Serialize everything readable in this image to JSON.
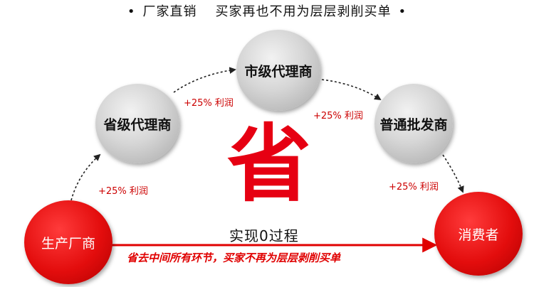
{
  "header": {
    "bullet": "•",
    "part1": "厂家直销",
    "part2": "买家再也不用为层层剥削买单"
  },
  "nodes": {
    "manufacturer": "生产厂商",
    "provincial": "省级代理商",
    "city": "市级代理商",
    "wholesale": "普通批发商",
    "consumer": "消费者"
  },
  "profits": [
    "+25% 利润",
    "+25% 利润",
    "+25% 利润",
    "+25% 利润"
  ],
  "center": {
    "big_char": "省",
    "process": "实现0过程",
    "tagline": "省去中间所有环节，买家不再为层层剥削买单"
  },
  "colors": {
    "accent_red": "#e60012",
    "node_gray": "#c8c8c8",
    "arrow_dark": "#222222"
  }
}
